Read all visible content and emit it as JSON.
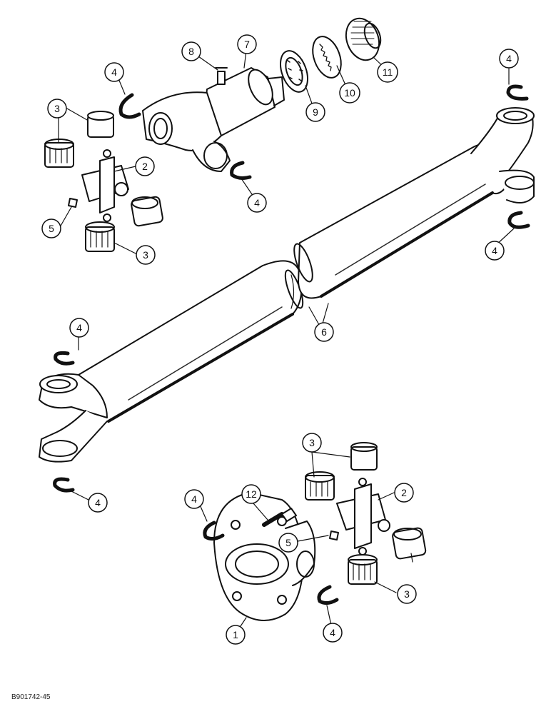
{
  "figure_id": "B901742-45",
  "colors": {
    "ink": "#111111",
    "paper": "#ffffff",
    "shade": "#2a2a2a"
  },
  "callouts": [
    "1",
    "2",
    "3",
    "4",
    "5",
    "6",
    "7",
    "8",
    "9",
    "10",
    "11",
    "12"
  ],
  "parts_shown": [
    "flange-yoke",
    "cross-and-bearing",
    "bearing-cup",
    "snap-ring",
    "grease-fitting",
    "drive-shaft-tube",
    "slip-yoke",
    "lube-fitting",
    "felt-washer",
    "steel-washer",
    "dust-cap",
    "cap-screw"
  ]
}
